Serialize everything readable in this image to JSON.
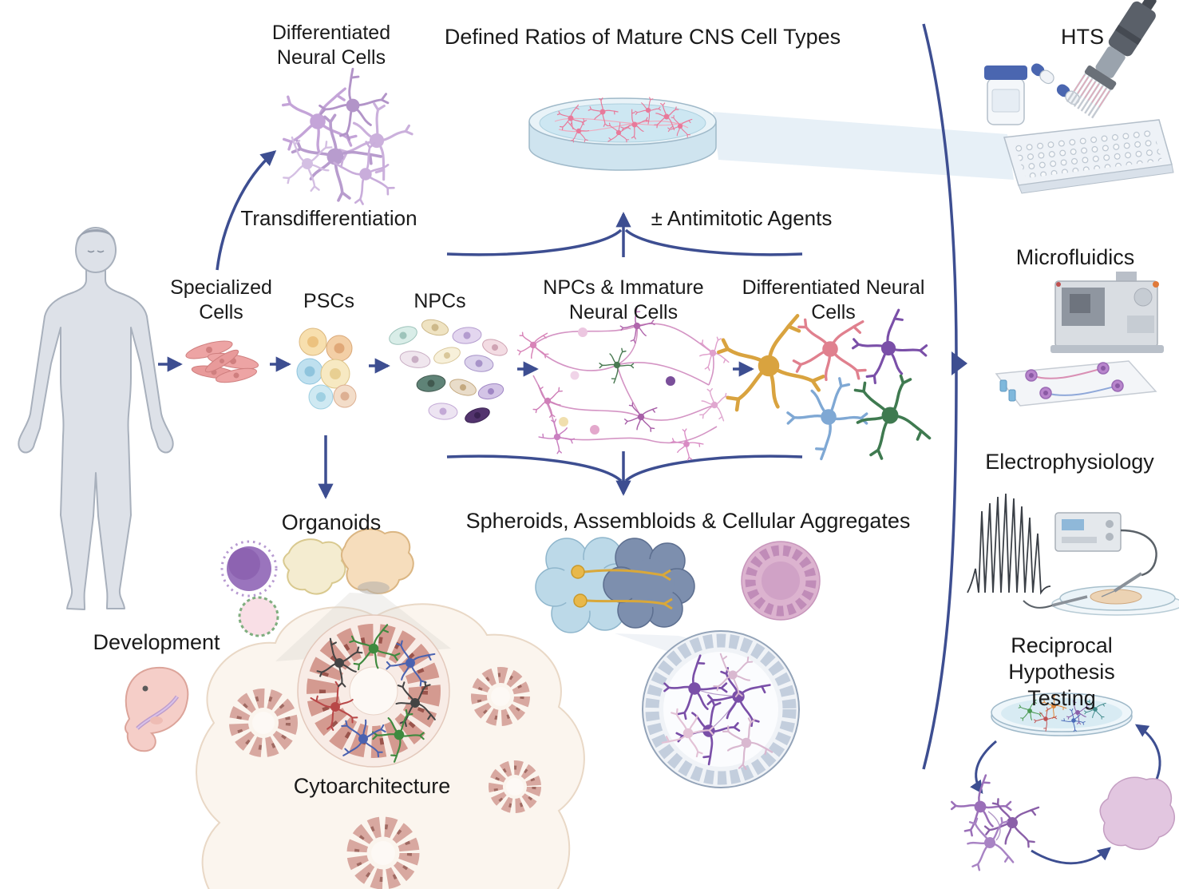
{
  "diagram": {
    "top_left_cluster_label": "Differentiated\nNeural Cells",
    "transdifferentiation_label": "Transdifferentiation",
    "defined_ratios_title": "Defined Ratios of Mature CNS Cell Types",
    "antimitotic_label": "± Antimitotic Agents",
    "organoids_label": "Organoids",
    "development_label": "Development",
    "cytoarchitecture_label": "Cytoarchitecture",
    "spheroids_title": "Spheroids, Assembloids & Cellular Aggregates",
    "stages": [
      {
        "label": "Specialized\nCells"
      },
      {
        "label": "PSCs"
      },
      {
        "label": "NPCs"
      },
      {
        "label": "NPCs & Immature\nNeural Cells"
      },
      {
        "label": "Differentiated Neural\nCells"
      }
    ],
    "applications": [
      {
        "label": "HTS"
      },
      {
        "label": "Microfluidics"
      },
      {
        "label": "Electrophysiology"
      },
      {
        "label": "Reciprocal Hypothesis\nTesting"
      }
    ]
  },
  "colors": {
    "arrow": "#3d4e91",
    "text": "#1a1a1a",
    "dish_fill": "#d8ebf3",
    "neuron_purple": "#8a5fa8",
    "cell_pink": "#eda4a4"
  }
}
